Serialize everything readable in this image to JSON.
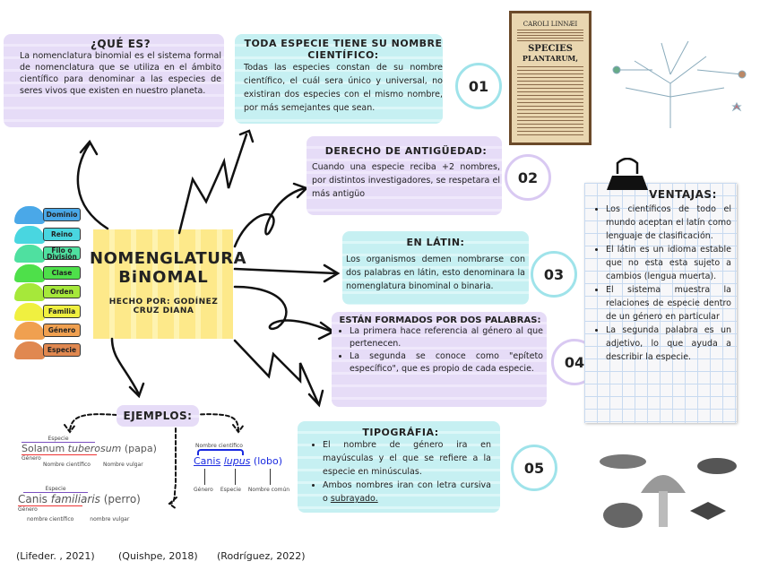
{
  "que_es": {
    "title": "¿QUÉ ES?",
    "text": "La nomenclatura binomial es el sistema formal de nomenclatura que se utiliza en el ámbito científico para denominar a las especies de seres vivos que existen en nuestro planeta."
  },
  "center": {
    "title1": "NOMENGLATURA",
    "title2": "BiNOMAL",
    "author": "HECHO POR: GODÍNEZ CRUZ DIANA"
  },
  "ranks": [
    {
      "label": "Dominio",
      "color": "#4aa8e8"
    },
    {
      "label": "Reino",
      "color": "#49d6e0"
    },
    {
      "label": "Filo o División",
      "color": "#4fe0a0"
    },
    {
      "label": "Clase",
      "color": "#4ee04a"
    },
    {
      "label": "Orden",
      "color": "#a6e83a"
    },
    {
      "label": "Familia",
      "color": "#f0f040"
    },
    {
      "label": "Género",
      "color": "#f0a050"
    },
    {
      "label": "Especie",
      "color": "#e08850"
    }
  ],
  "sections": [
    {
      "num": "01",
      "title": "TODA ESPECIE TIENE SU NOMBRE CIENTÍFICO:",
      "text": "Todas las especies constan de su nombre científico, el cuál sera único y universal, no existiran dos especies con el mismo nombre, por más semejantes que sean."
    },
    {
      "num": "02",
      "title": "DERECHO DE ANTIGÜEDAD:",
      "text": "Cuando una especie reciba +2 nombres, por distintos investigadores, se respetara el más antigüo"
    },
    {
      "num": "03",
      "title": "EN LÁTIN:",
      "text": "Los organismos demen nombrarse con dos palabras en látin, esto denominara la nomenglatura binominal o binaria."
    },
    {
      "num": "04",
      "title": "ESTÁN FORMADOS POR DOS PALABRAS:",
      "items": [
        "La primera hace referencia al género al que pertenecen.",
        "La segunda se conoce como \"epíteto específico\", que es propio de cada especie."
      ]
    },
    {
      "num": "05",
      "title": "TIPOGRÁFIA:",
      "items": [
        "El nombre de género ira en mayúsculas y el que se refiere a la especie en minúsculas."
      ],
      "last_prefix": "Ambos nombres iran con letra cursiva o ",
      "last_underlined": "subrayado."
    }
  ],
  "ventajas": {
    "title": "VENTAJAS:",
    "items": [
      "Los científicos de todo el mundo aceptan el latín como lenguaje de clasificación.",
      "El látin es un idioma estable que no esta esta sujeto a cambios (lengua muerta).",
      "El sistema muestra la relaciones de especie dentro de un género en particular",
      "La segunda palabra es un adjetivo, lo que ayuda a describir la especie."
    ]
  },
  "ejemplos": {
    "title": "EJEMPLOS:",
    "ex1": {
      "top": "Especie",
      "genus": "Solanum",
      "species": "tuberosum",
      "common": "(papa)",
      "genus_label": "Género",
      "sci_label": "Nombre científico",
      "vulgar_label": "Nombre vulgar"
    },
    "ex2": {
      "top": "Especie",
      "genus": "Canis",
      "species": "familiaris",
      "common": "(perro)",
      "genus_label": "Género",
      "sci_label": "nombre científico",
      "vulgar_label": "nombre vulgar"
    },
    "ex3": {
      "top": "Nombre científico",
      "genus": "Canis",
      "species": "lupus",
      "common": "(lobo)",
      "l1": "Género",
      "l2": "Especie",
      "l3": "Nombre común"
    }
  },
  "book": {
    "author": "CAROLI LINNÆI",
    "title1": "SPECIES",
    "title2": "PLANTARUM,"
  },
  "citations": [
    "(Lifeder. , 2021)",
    "(Quishpe, 2018)",
    "(Rodríguez, 2022)"
  ]
}
